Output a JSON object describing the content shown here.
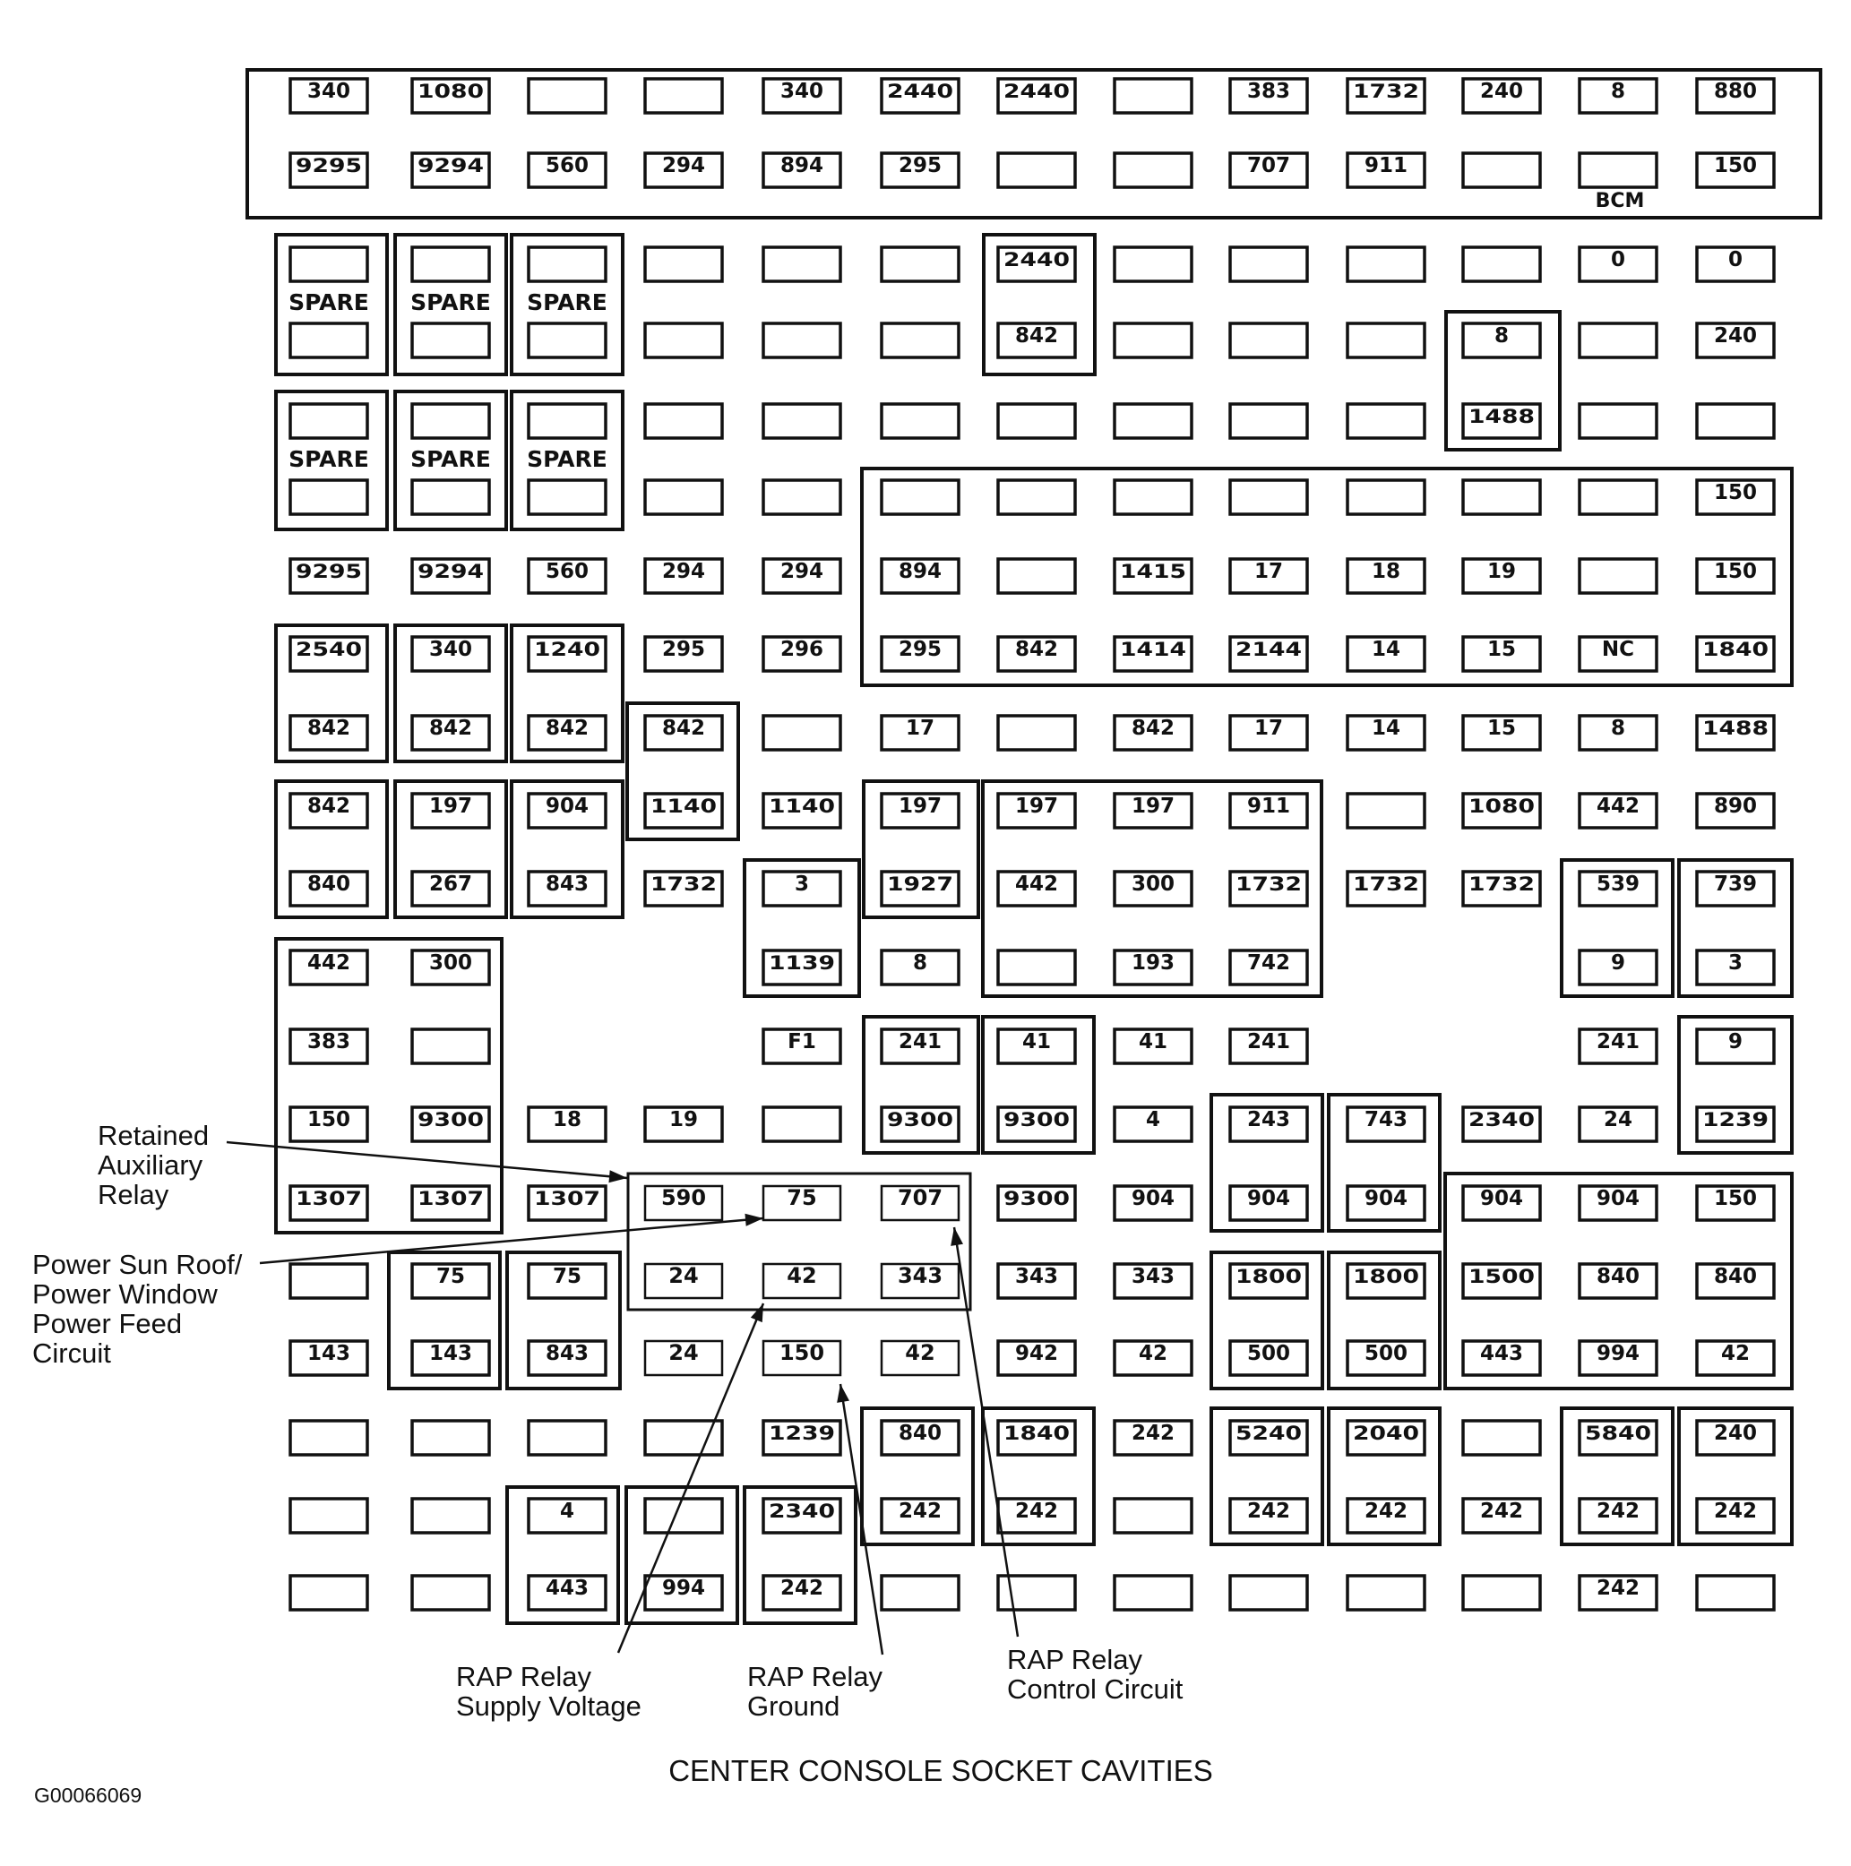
{
  "diagram": {
    "caption": "CENTER CONSOLE SOCKET CAVITIES",
    "figure_id": "G00066069",
    "bcm_label": "BCM",
    "spare_label": "SPARE",
    "rows": [
      [
        "340",
        "1080",
        "",
        "",
        "340",
        "2440",
        "2440",
        "",
        "383",
        "1732",
        "240",
        "8",
        "880"
      ],
      [
        "9295",
        "9294",
        "560",
        "294",
        "894",
        "295",
        "",
        "",
        "707",
        "911",
        "",
        "",
        "150"
      ],
      [
        "",
        "",
        "",
        "",
        "",
        "",
        "2440",
        "",
        "",
        "",
        "",
        "0",
        "0"
      ],
      [
        "",
        "",
        "",
        "",
        "",
        "",
        "842",
        "",
        "",
        "",
        "8",
        "",
        "240"
      ],
      [
        "",
        "",
        "",
        "",
        "",
        "",
        "",
        "",
        "",
        "",
        "1488",
        "",
        ""
      ],
      [
        "",
        "",
        "",
        "",
        "",
        "",
        "",
        "",
        "",
        "",
        "",
        "",
        "150"
      ],
      [
        "9295",
        "9294",
        "560",
        "294",
        "294",
        "894",
        "",
        "1415",
        "17",
        "18",
        "19",
        "",
        "150"
      ],
      [
        "2540",
        "340",
        "1240",
        "295",
        "296",
        "295",
        "842",
        "1414",
        "2144",
        "14",
        "15",
        "NC",
        "1840"
      ],
      [
        "842",
        "842",
        "842",
        "842",
        "",
        "17",
        "",
        "842",
        "17",
        "14",
        "15",
        "8",
        "1488"
      ],
      [
        "842",
        "197",
        "904",
        "1140",
        "1140",
        "197",
        "197",
        "197",
        "911",
        "",
        "1080",
        "442",
        "890"
      ],
      [
        "840",
        "267",
        "843",
        "1732",
        "3",
        "1927",
        "442",
        "300",
        "1732",
        "1732",
        "1732",
        "539",
        "739"
      ],
      [
        "442",
        "300",
        null,
        null,
        "1139",
        "8",
        "",
        "193",
        "742",
        null,
        null,
        "9",
        "3"
      ],
      [
        "383",
        "",
        null,
        null,
        "F1",
        "241",
        "41",
        "41",
        "241",
        null,
        null,
        "241",
        "9"
      ],
      [
        "150",
        "9300",
        "18",
        "19",
        "",
        "9300",
        "9300",
        "4",
        "243",
        "743",
        "2340",
        "24",
        "1239"
      ],
      [
        "1307",
        "1307",
        "1307",
        "590",
        "75",
        "707",
        "9300",
        "904",
        "904",
        "904",
        "904",
        "904",
        "150"
      ],
      [
        "",
        "75",
        "75",
        "24",
        "42",
        "343",
        "343",
        "343",
        "1800",
        "1800",
        "1500",
        "840",
        "840"
      ],
      [
        "143",
        "143",
        "843",
        "24",
        "150",
        "42",
        "942",
        "42",
        "500",
        "500",
        "443",
        "994",
        "42"
      ],
      [
        "",
        "",
        "",
        "",
        "1239",
        "840",
        "1840",
        "242",
        "5240",
        "2040",
        "",
        "5840",
        "240"
      ],
      [
        "",
        "",
        "4",
        "",
        "2340",
        "242",
        "242",
        "",
        "242",
        "242",
        "242",
        "242",
        "242"
      ],
      [
        "",
        "",
        "443",
        "994",
        "242",
        "",
        "",
        "",
        "",
        "",
        "",
        "242",
        ""
      ]
    ],
    "callouts": {
      "retained": [
        "Retained",
        "Auxiliary",
        "Relay"
      ],
      "power": [
        "Power Sun Roof/",
        "Power Window",
        "Power Feed",
        "Circuit"
      ],
      "supply": [
        "RAP Relay",
        "Supply Voltage"
      ],
      "ground": [
        "RAP Relay",
        "Ground"
      ],
      "control": [
        "RAP Relay",
        "Control Circuit"
      ]
    }
  }
}
